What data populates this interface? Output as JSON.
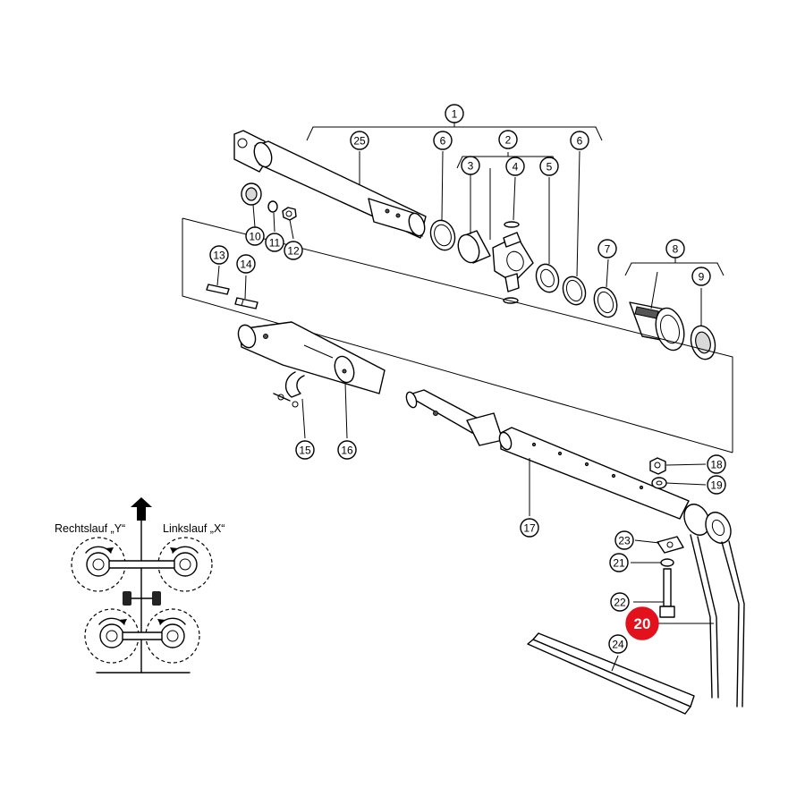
{
  "callouts": [
    {
      "label": "1",
      "highlight": false
    },
    {
      "label": "2",
      "highlight": false
    },
    {
      "label": "3",
      "highlight": false
    },
    {
      "label": "4",
      "highlight": false
    },
    {
      "label": "5",
      "highlight": false
    },
    {
      "label": "6",
      "highlight": false
    },
    {
      "label": "6",
      "highlight": false
    },
    {
      "label": "7",
      "highlight": false
    },
    {
      "label": "8",
      "highlight": false
    },
    {
      "label": "9",
      "highlight": false
    },
    {
      "label": "10",
      "highlight": false
    },
    {
      "label": "11",
      "highlight": false
    },
    {
      "label": "12",
      "highlight": false
    },
    {
      "label": "13",
      "highlight": false
    },
    {
      "label": "14",
      "highlight": false
    },
    {
      "label": "15",
      "highlight": false
    },
    {
      "label": "16",
      "highlight": false
    },
    {
      "label": "17",
      "highlight": false
    },
    {
      "label": "18",
      "highlight": false
    },
    {
      "label": "19",
      "highlight": false
    },
    {
      "label": "20",
      "highlight": true
    },
    {
      "label": "21",
      "highlight": false
    },
    {
      "label": "22",
      "highlight": false
    },
    {
      "label": "23",
      "highlight": false
    },
    {
      "label": "24",
      "highlight": false
    },
    {
      "label": "25",
      "highlight": false
    }
  ],
  "legend": {
    "right_rotation": "Rechtslauf „Y“",
    "left_rotation": "Linkslauf „X“"
  },
  "colors": {
    "highlight": "#e3111c",
    "line": "#000000"
  }
}
